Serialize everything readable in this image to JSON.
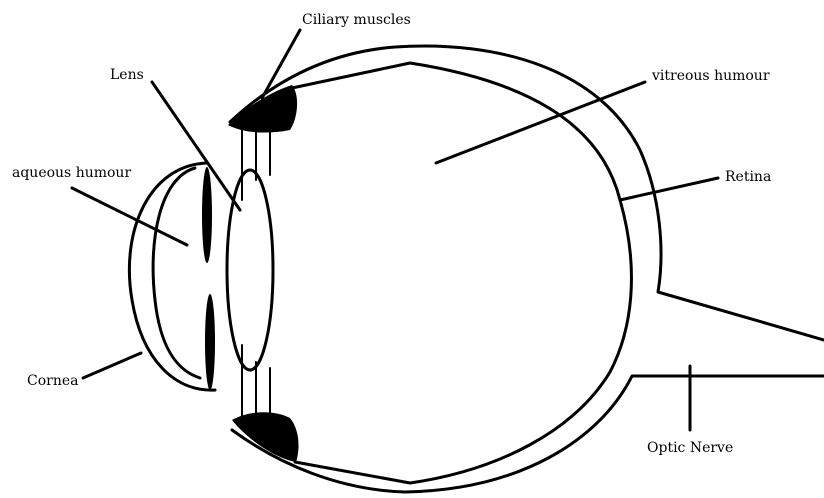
{
  "labels": {
    "ciliary_muscles": "Ciliary muscles",
    "lens": "Lens",
    "vitreous_humour": "vitreous humour",
    "aqueous_humour": "aqueous humour",
    "retina": "Retina",
    "cornea": "Cornea",
    "optic_nerve": "Optic Nerve"
  }
}
